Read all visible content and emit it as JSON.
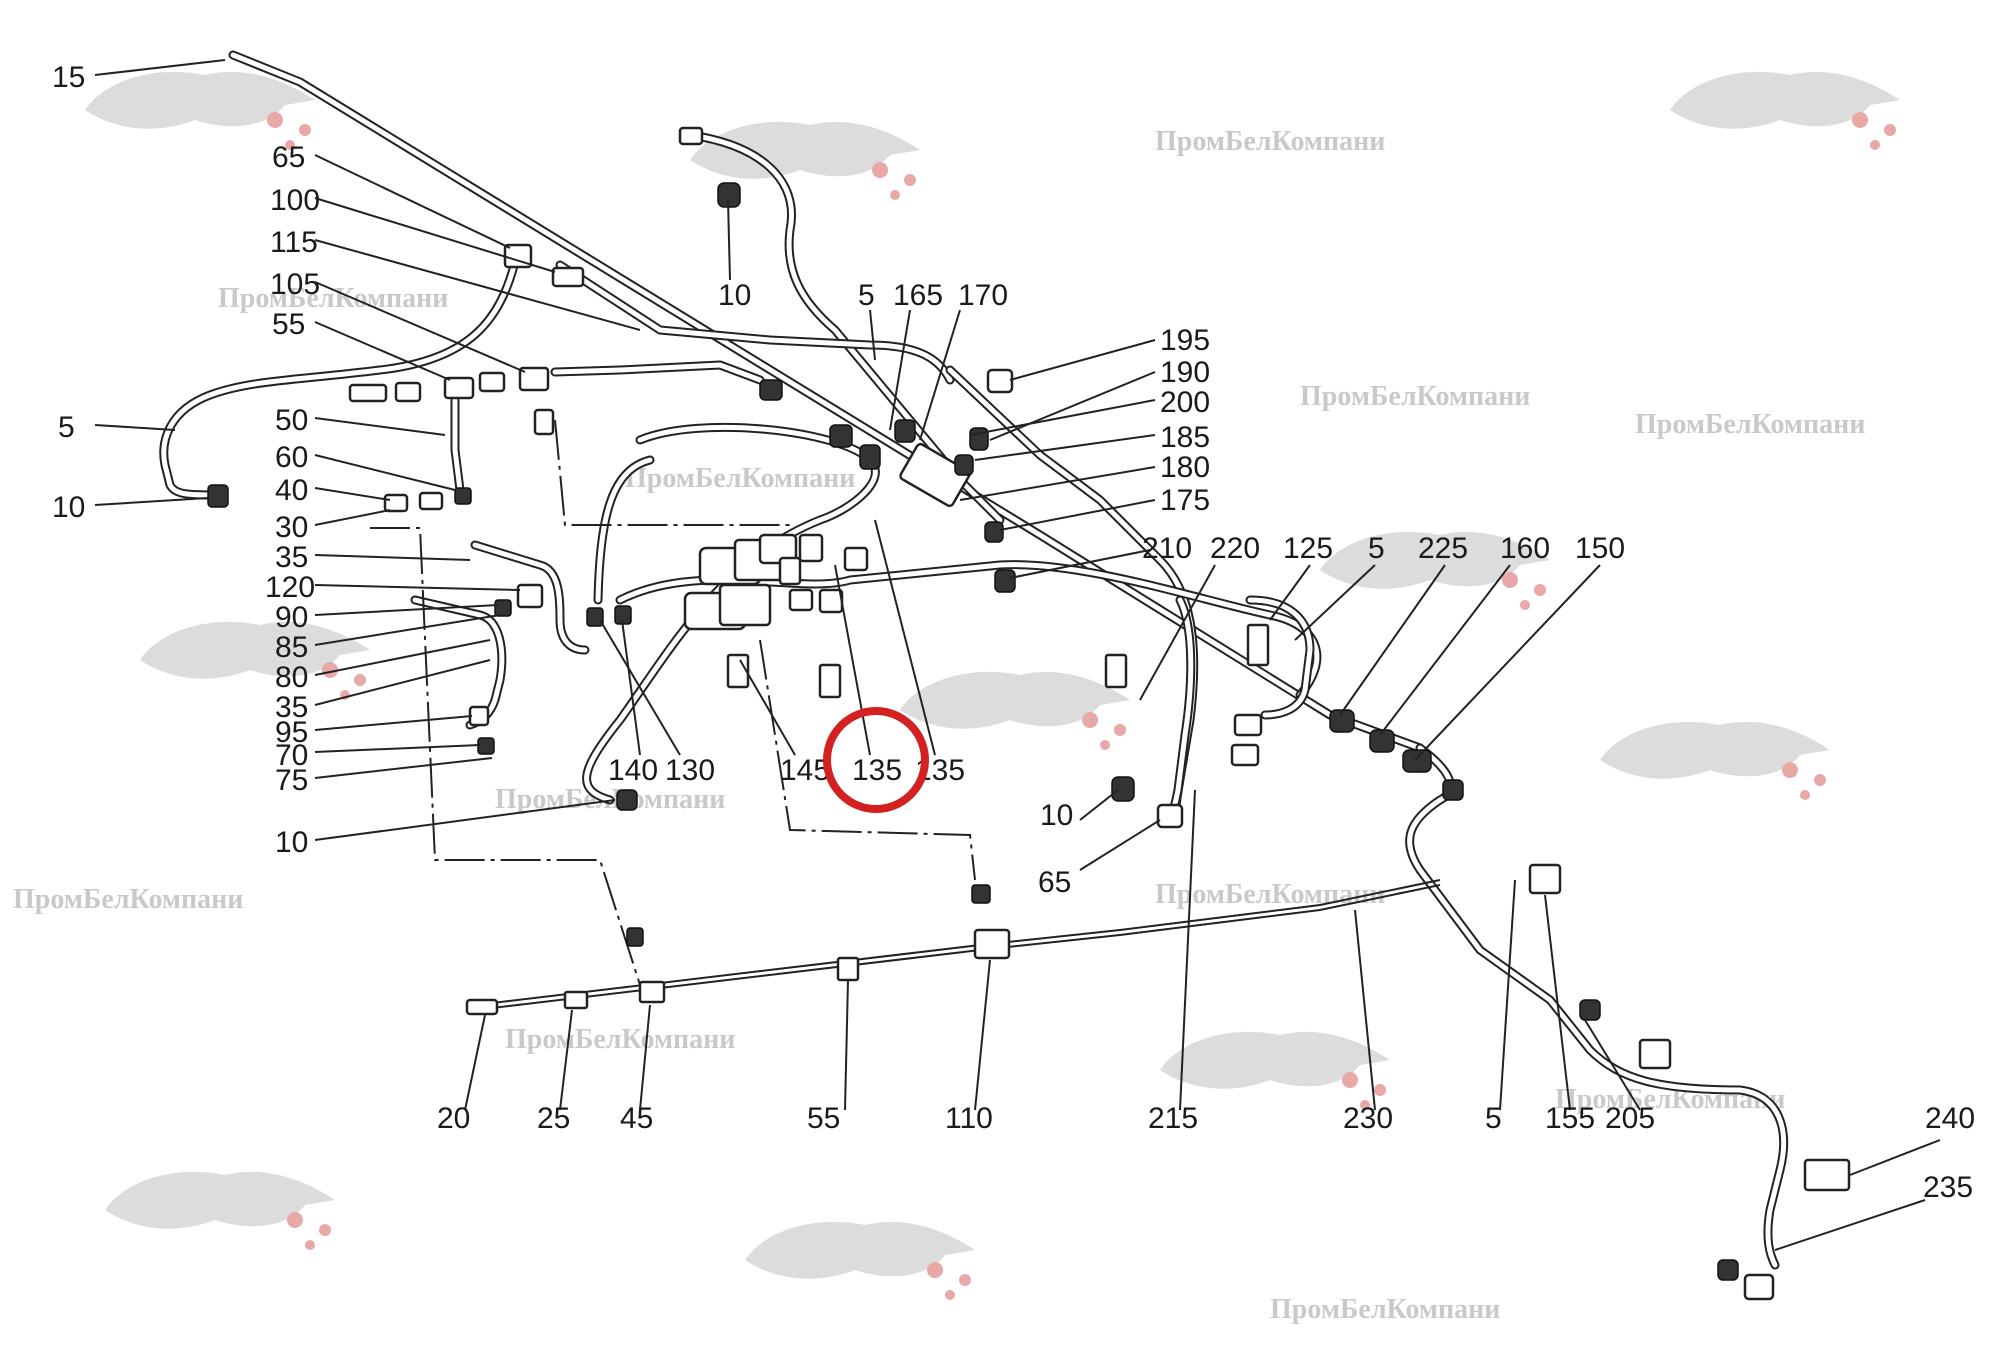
{
  "watermark_text": "ПромБелКомпани",
  "highlight_color": "#d42020",
  "highlight_label_ref": 23,
  "callouts": [
    {
      "text": "15"
    },
    {
      "text": "65"
    },
    {
      "text": "100"
    },
    {
      "text": "115"
    },
    {
      "text": "105"
    },
    {
      "text": "55"
    },
    {
      "text": "5"
    },
    {
      "text": "10"
    },
    {
      "text": "50"
    },
    {
      "text": "60"
    },
    {
      "text": "40"
    },
    {
      "text": "30"
    },
    {
      "text": "35"
    },
    {
      "text": "120"
    },
    {
      "text": "90"
    },
    {
      "text": "85"
    },
    {
      "text": "80"
    },
    {
      "text": "35"
    },
    {
      "text": "95"
    },
    {
      "text": "70"
    },
    {
      "text": "75"
    },
    {
      "text": "10"
    },
    {
      "text": "140"
    },
    {
      "text": "130"
    },
    {
      "text": "145"
    },
    {
      "text": "135"
    },
    {
      "text": "135"
    },
    {
      "text": "10"
    },
    {
      "text": "5"
    },
    {
      "text": "165"
    },
    {
      "text": "170"
    },
    {
      "text": "195"
    },
    {
      "text": "190"
    },
    {
      "text": "200"
    },
    {
      "text": "185"
    },
    {
      "text": "180"
    },
    {
      "text": "175"
    },
    {
      "text": "210"
    },
    {
      "text": "220"
    },
    {
      "text": "125"
    },
    {
      "text": "5"
    },
    {
      "text": "225"
    },
    {
      "text": "160"
    },
    {
      "text": "150"
    },
    {
      "text": "10"
    },
    {
      "text": "65"
    },
    {
      "text": "20"
    },
    {
      "text": "25"
    },
    {
      "text": "45"
    },
    {
      "text": "55"
    },
    {
      "text": "110"
    },
    {
      "text": "215"
    },
    {
      "text": "230"
    },
    {
      "text": "5"
    },
    {
      "text": "155"
    },
    {
      "text": "205"
    },
    {
      "text": "240"
    },
    {
      "text": "235"
    }
  ]
}
